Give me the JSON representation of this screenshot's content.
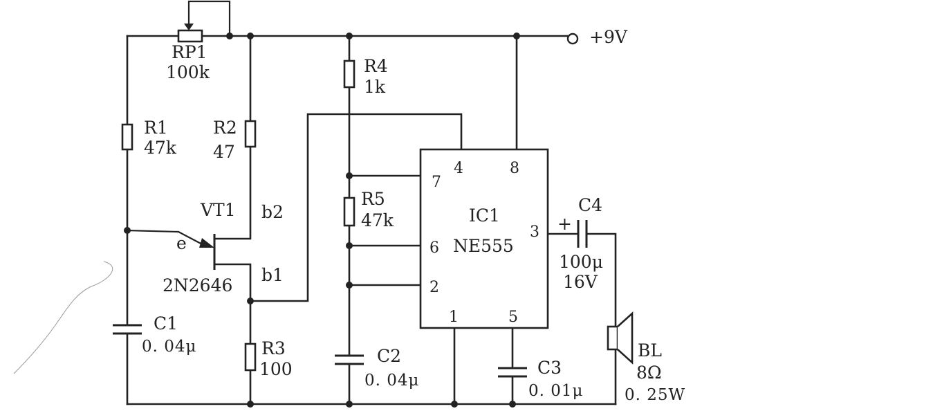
{
  "supply": {
    "label": "+9V"
  },
  "components": {
    "rp1": {
      "ref": "RP1",
      "value": "100k"
    },
    "r1": {
      "ref": "R1",
      "value": "47k"
    },
    "r2": {
      "ref": "R2",
      "value": "47"
    },
    "r3": {
      "ref": "R3",
      "value": "100"
    },
    "r4": {
      "ref": "R4",
      "value": "1k"
    },
    "r5": {
      "ref": "R5",
      "value": "47k"
    },
    "c1": {
      "ref": "C1",
      "value": "0. 04μ"
    },
    "c2": {
      "ref": "C2",
      "value": "0. 04μ"
    },
    "c3": {
      "ref": "C3",
      "value": "0. 01μ"
    },
    "c4": {
      "ref": "C4",
      "value": "100μ",
      "rating": "16V",
      "polarity": "+"
    },
    "vt1": {
      "ref": "VT1",
      "part": "2N2646",
      "e": "e",
      "b1": "b1",
      "b2": "b2"
    },
    "ic1": {
      "ref": "IC1",
      "part": "NE555",
      "pins": {
        "p1": "1",
        "p2": "2",
        "p3": "3",
        "p4": "4",
        "p5": "5",
        "p6": "6",
        "p7": "7",
        "p8": "8"
      }
    },
    "bl": {
      "ref": "BL",
      "impedance": "8Ω",
      "power": "0. 25W"
    }
  }
}
